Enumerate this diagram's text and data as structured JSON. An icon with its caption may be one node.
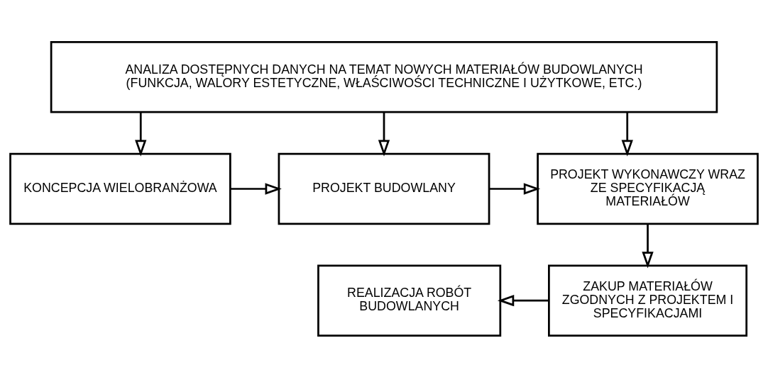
{
  "diagram": {
    "nodes": [
      {
        "text": [
          "ANALIZA DOSTĘPNYCH DANYCH NA TEMAT NOWYCH MATERIAŁÓW BUDOWLANYCH (FUNKCJA, WALORY ESTETYCZNE, WŁAŚCIWOŚCI TECHNICZNE I UŻYTKOWE, ETC.)"
        ]
      },
      {
        "text": [
          "KONCEPCJA WIELOBRANŻOWA"
        ]
      },
      {
        "text": [
          "PROJEKT BUDOWLANY"
        ]
      },
      {
        "text": [
          "PROJEKT WYKONAWCZY WRAZ ZE SPECYFIKACJĄ MATERIAŁÓW"
        ]
      },
      {
        "text": [
          "REALIZACJA ROBÓT BUDOWLANYCH"
        ]
      },
      {
        "text": [
          "ZAKUP MATERIAŁÓW ZGODNYCH Z PROJEKTEM I SPECYFIKACJAMI"
        ]
      }
    ],
    "edges": [
      {
        "from": 0,
        "to": 1,
        "arrow": "to"
      },
      {
        "from": 0,
        "to": 2,
        "arrow": "to"
      },
      {
        "from": 0,
        "to": 3,
        "arrow": "to"
      },
      {
        "from": 1,
        "to": 2,
        "arrow": "to"
      },
      {
        "from": 2,
        "to": 3,
        "arrow": "to"
      },
      {
        "from": 3,
        "to": 5,
        "arrow": "to"
      },
      {
        "from": 5,
        "to": 4,
        "arrow": "to"
      }
    ]
  }
}
